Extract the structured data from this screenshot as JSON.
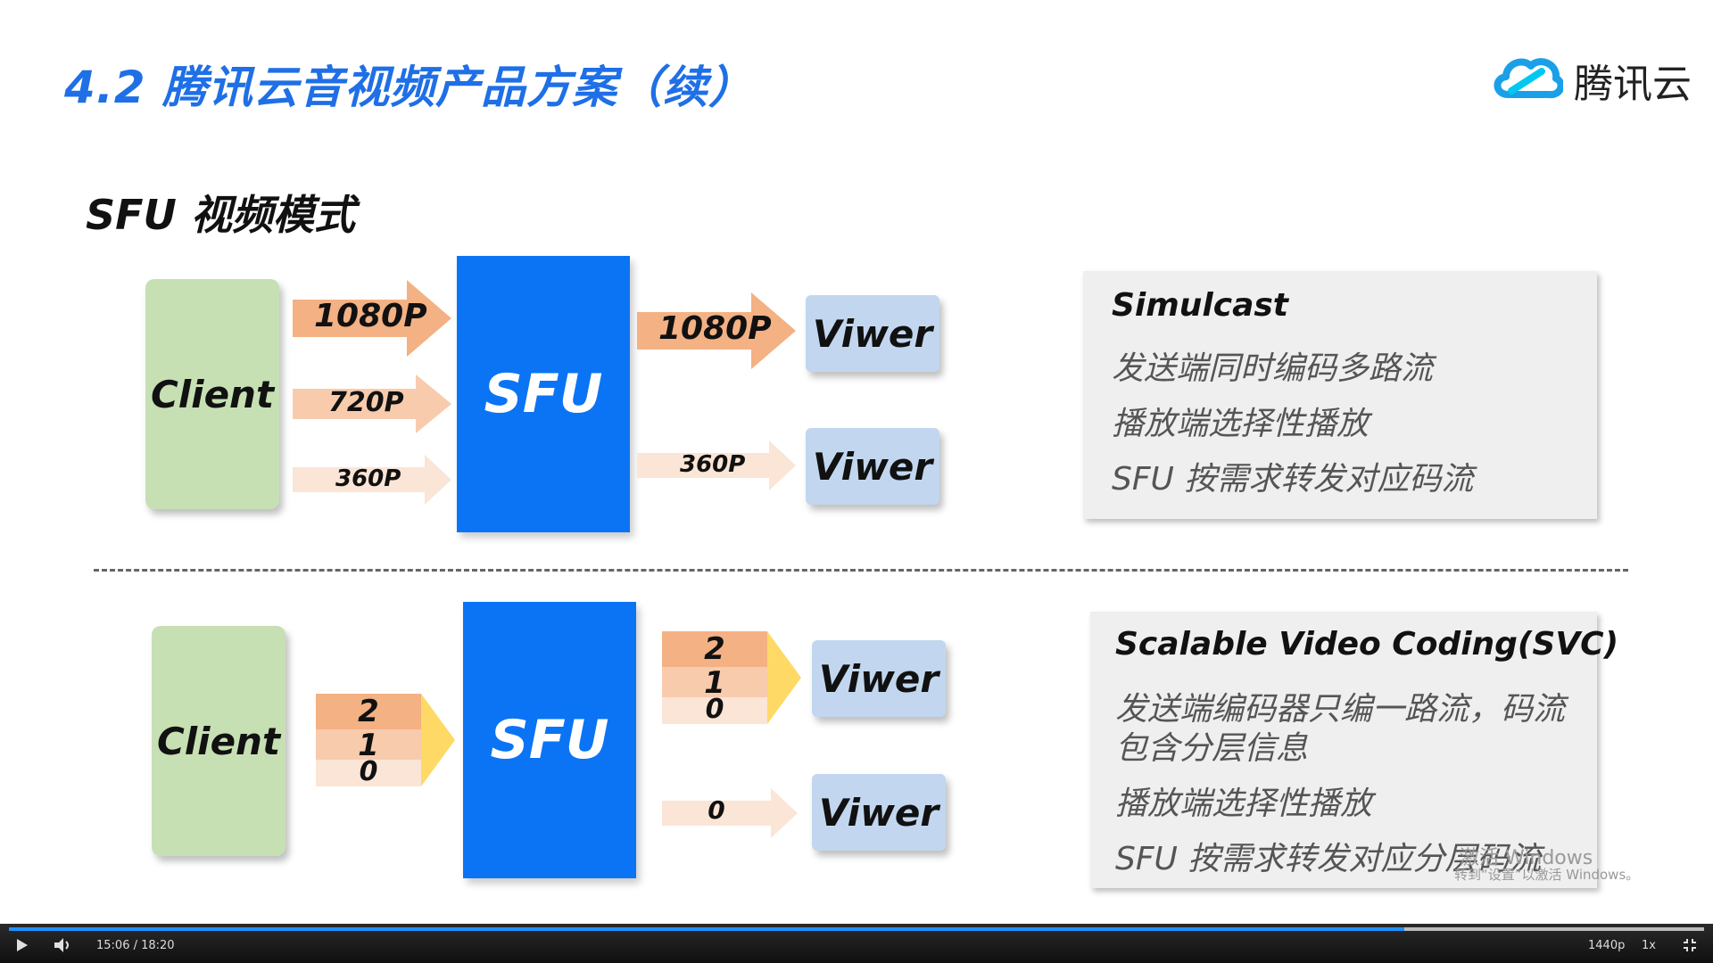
{
  "slide": {
    "title": "4.2 腾讯云音视频产品方案（续）",
    "logo_text": "腾讯云",
    "section_title": "SFU 视频模式"
  },
  "top_diagram": {
    "client_label": "Client",
    "sfu_label": "SFU",
    "in_streams": [
      "1080P",
      "720P",
      "360P"
    ],
    "out_streams": [
      "1080P",
      "360P"
    ],
    "viewers": [
      "Viwer",
      "Viwer"
    ]
  },
  "bottom_diagram": {
    "client_label": "Client",
    "sfu_label": "SFU",
    "in_layers": [
      "2",
      "1",
      "0"
    ],
    "out_layers_top": [
      "2",
      "1",
      "0"
    ],
    "out_layer_bottom": "0",
    "viewers": [
      "Viwer",
      "Viwer"
    ]
  },
  "simulcast_box": {
    "heading": "Simulcast",
    "lines": [
      "发送端同时编码多路流",
      "播放端选择性播放",
      "SFU 按需求转发对应码流"
    ]
  },
  "svc_box": {
    "heading": "Scalable Video Coding(SVC)",
    "lines": [
      "发送端编码器只编一路流，码流",
      "包含分层信息",
      "播放端选择性播放",
      "SFU 按需求转发对应分层码流"
    ]
  },
  "watermark": {
    "line1": "激活 Windows",
    "line2": "转到“设置”以激活 Windows。"
  },
  "player": {
    "time": "15:06 / 18:20",
    "quality": "1440p",
    "speed": "1x",
    "progress": 0.823
  },
  "colors": {
    "title_blue": "#1f6fe6",
    "sfu_blue": "#0a74f5",
    "client_green": "#c6e0b4",
    "viewer_blue": "#c2d7ef",
    "arrow_strong": "#f4b183",
    "arrow_mid": "#f8cbad",
    "arrow_light": "#fbe5d6",
    "arrow_head_yellow": "#ffd966"
  }
}
